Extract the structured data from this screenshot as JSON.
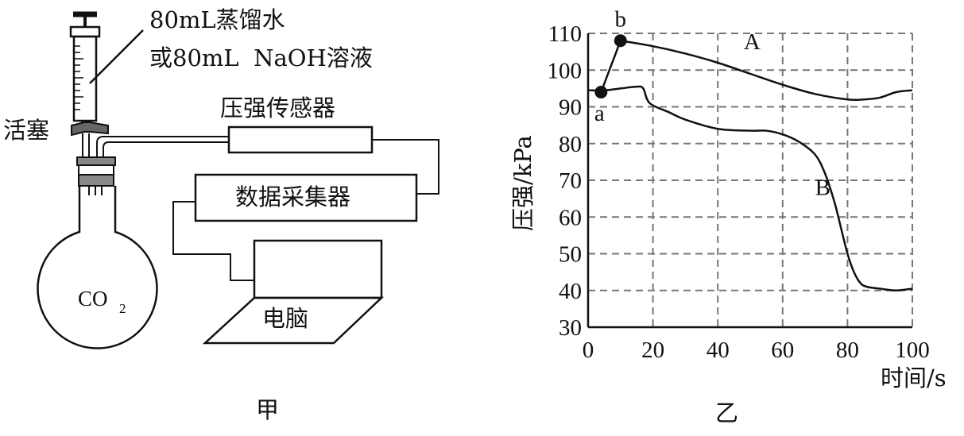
{
  "apparatus": {
    "liquid_label_line1": "80mL蒸馏水",
    "liquid_label_line2": "或80mL  NaOH溶液",
    "stopcock_label": "活塞",
    "sensor_label": "压强传感器",
    "collector_label": "数据采集器",
    "computer_label": "电脑",
    "flask_label": "CO",
    "flask_label_sub": "2",
    "caption": "甲"
  },
  "chart_data": {
    "type": "line",
    "ylabel": "压强/kPa",
    "xlabel": "时间/s",
    "caption": "乙",
    "xlim": [
      0,
      100
    ],
    "ylim": [
      30,
      110
    ],
    "xticks": [
      "0",
      "20",
      "40",
      "60",
      "80",
      "100"
    ],
    "yticks": [
      "30",
      "40",
      "50",
      "60",
      "70",
      "80",
      "90",
      "100",
      "110"
    ],
    "grid": true,
    "series": [
      {
        "name": "A",
        "x": [
          4,
          10,
          20,
          30,
          40,
          50,
          60,
          70,
          80,
          85,
          90,
          95,
          100
        ],
        "y": [
          94,
          108,
          106.5,
          104.5,
          102,
          99,
          96,
          93.5,
          92,
          92,
          92.5,
          94,
          94.5
        ]
      },
      {
        "name": "B",
        "x": [
          0,
          5,
          10,
          15,
          17,
          19,
          25,
          30,
          40,
          50,
          55,
          60,
          65,
          70,
          73,
          76,
          78,
          80,
          82,
          84,
          86,
          90,
          95,
          100
        ],
        "y": [
          94.5,
          94.5,
          95,
          95.5,
          95,
          91,
          88.5,
          86.5,
          84,
          83.5,
          83.5,
          82.5,
          80.5,
          77,
          72,
          64,
          57,
          50,
          45,
          42,
          41,
          40.5,
          40,
          40.5
        ]
      }
    ],
    "points": [
      {
        "label": "a",
        "x": 4,
        "y": 94
      },
      {
        "label": "b",
        "x": 10,
        "y": 108
      }
    ]
  }
}
